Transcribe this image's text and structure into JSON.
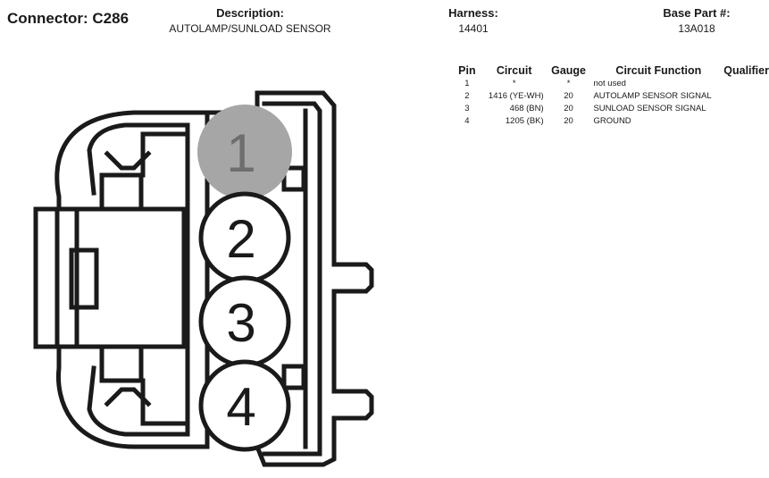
{
  "header": {
    "connector": "Connector: C286",
    "description_label": "Description:",
    "description_value": "AUTOLAMP/SUNLOAD SENSOR",
    "harness_label": "Harness:",
    "harness_value": "14401",
    "base_part_label": "Base Part #:",
    "base_part_value": "13A018"
  },
  "table": {
    "columns": [
      "Pin",
      "Circuit",
      "Gauge",
      "Circuit Function",
      "Qualifier"
    ],
    "rows": [
      {
        "pin": "1",
        "circuit": "*",
        "gauge": "*",
        "function": "not used",
        "qualifier": ""
      },
      {
        "pin": "2",
        "circuit": "1416 (YE-WH)",
        "gauge": "20",
        "function": "AUTOLAMP SENSOR SIGNAL",
        "qualifier": ""
      },
      {
        "pin": "3",
        "circuit": "468 (BN)",
        "gauge": "20",
        "function": "SUNLOAD SENSOR SIGNAL",
        "qualifier": ""
      },
      {
        "pin": "4",
        "circuit": "1205 (BK)",
        "gauge": "20",
        "function": "GROUND",
        "qualifier": ""
      }
    ]
  },
  "diagram": {
    "pins": [
      {
        "label": "1",
        "state": "not used"
      },
      {
        "label": "2",
        "state": "used"
      },
      {
        "label": "3",
        "state": "used"
      },
      {
        "label": "4",
        "state": "used"
      }
    ],
    "colors": {
      "line": "#1a1a1a",
      "unused_fill": "#a6a6a6",
      "unused_text": "#6e6e6e"
    }
  }
}
